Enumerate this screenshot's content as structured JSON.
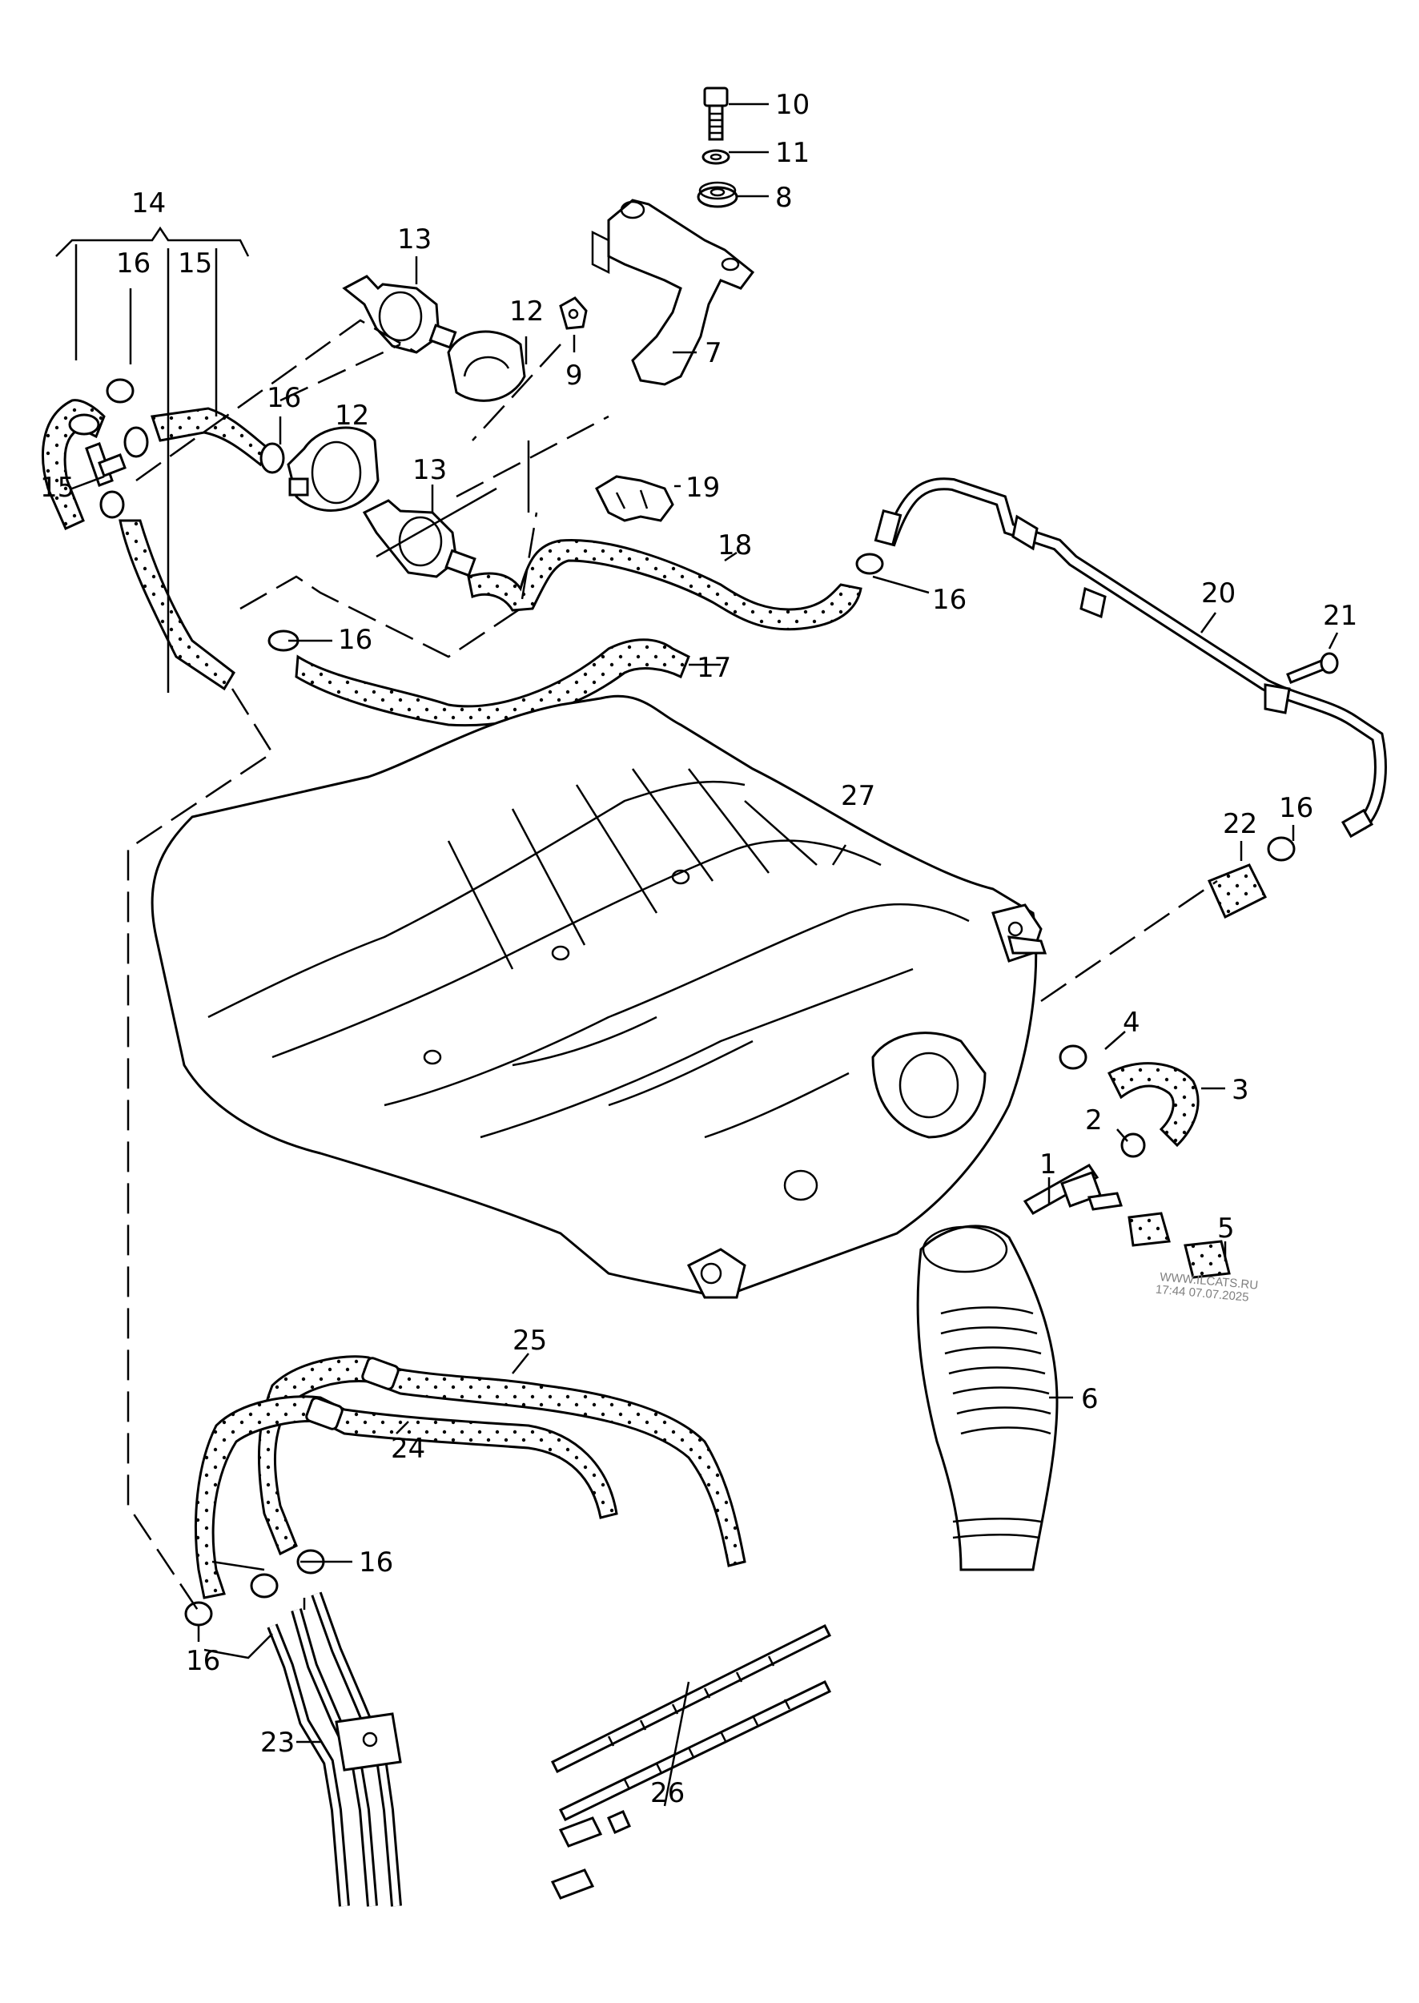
{
  "diagram": {
    "type": "exploded-parts-diagram",
    "subject": "engine cover with vacuum / breather hoses and air intake hose",
    "colors": {
      "line": "#000000",
      "background": "#ffffff",
      "watermark": "#808080"
    },
    "callouts": [
      {
        "id": "c10",
        "label": "10"
      },
      {
        "id": "c11",
        "label": "11"
      },
      {
        "id": "c8",
        "label": "8"
      },
      {
        "id": "c14",
        "label": "14"
      },
      {
        "id": "c13a",
        "label": "13"
      },
      {
        "id": "c16a",
        "label": "16"
      },
      {
        "id": "c15a",
        "label": "15"
      },
      {
        "id": "c12a",
        "label": "12"
      },
      {
        "id": "c9",
        "label": "9"
      },
      {
        "id": "c7",
        "label": "7"
      },
      {
        "id": "c16b",
        "label": "16"
      },
      {
        "id": "c12b",
        "label": "12"
      },
      {
        "id": "c15b",
        "label": "15"
      },
      {
        "id": "c13b",
        "label": "13"
      },
      {
        "id": "c19",
        "label": "19"
      },
      {
        "id": "c18",
        "label": "18"
      },
      {
        "id": "c16c",
        "label": "16"
      },
      {
        "id": "c20",
        "label": "20"
      },
      {
        "id": "c21",
        "label": "21"
      },
      {
        "id": "c16d",
        "label": "16"
      },
      {
        "id": "c17",
        "label": "17"
      },
      {
        "id": "c27",
        "label": "27"
      },
      {
        "id": "c22",
        "label": "22"
      },
      {
        "id": "c16e",
        "label": "16"
      },
      {
        "id": "c4",
        "label": "4"
      },
      {
        "id": "c3",
        "label": "3"
      },
      {
        "id": "c2",
        "label": "2"
      },
      {
        "id": "c1",
        "label": "1"
      },
      {
        "id": "c5",
        "label": "5"
      },
      {
        "id": "c25",
        "label": "25"
      },
      {
        "id": "c6",
        "label": "6"
      },
      {
        "id": "c24",
        "label": "24"
      },
      {
        "id": "c16f",
        "label": "16"
      },
      {
        "id": "c16g",
        "label": "16"
      },
      {
        "id": "c23",
        "label": "23"
      },
      {
        "id": "c26",
        "label": "26"
      }
    ],
    "watermark": {
      "site": "WWW.ILCATS.RU",
      "timestamp": "17:44 07.07.2025"
    }
  }
}
